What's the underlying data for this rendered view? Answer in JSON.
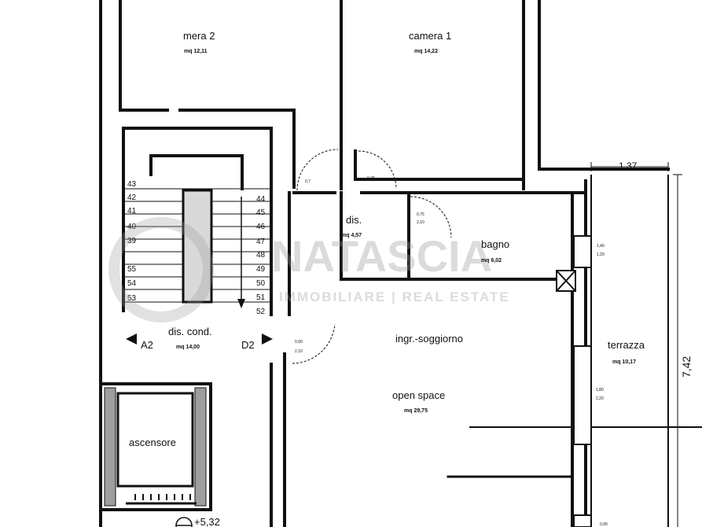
{
  "rooms": {
    "camera2": {
      "name": "mera 2",
      "area": "mq 12,11"
    },
    "camera1": {
      "name": "camera 1",
      "area": "mq 14,22"
    },
    "dis": {
      "name": "dis.",
      "area": "mq 4,57"
    },
    "bagno": {
      "name": "bagno",
      "area": "mq 6,02"
    },
    "dis_cond": {
      "name": "dis. cond.",
      "area": "mq 14,00"
    },
    "ingresso": {
      "name": "ingr.-soggiorno"
    },
    "open_space": {
      "name": "open space",
      "area": "mq 29,75"
    },
    "terrazza": {
      "name": "terrazza",
      "area": "mq 10,17"
    },
    "ascensore": {
      "name": "ascensore"
    }
  },
  "doors": {
    "a2": "A2",
    "d2": "D2"
  },
  "dimensions": {
    "terrace_width": "1,37",
    "terrace_length": "7,42",
    "elevation": "+5,32"
  },
  "openings": {
    "o1": "0,7",
    "o2": "0,75",
    "o3a": "0,75",
    "o3b": "2,10",
    "o4a": "1,40",
    "o4b": "1,20",
    "o5a": "0,90",
    "o5b": "2,10",
    "o6a": "1,80",
    "o6b": "2,20",
    "o7": "0,90"
  },
  "stairs": {
    "left": [
      "43",
      "42",
      "41",
      "40",
      "39",
      "55",
      "54",
      "53"
    ],
    "right": [
      "44",
      "45",
      "46",
      "47",
      "48",
      "49",
      "50",
      "51",
      "52"
    ]
  },
  "watermark": {
    "brand": "NATASCIA",
    "tagline": "IMMOBILIARE | REAL ESTATE"
  }
}
